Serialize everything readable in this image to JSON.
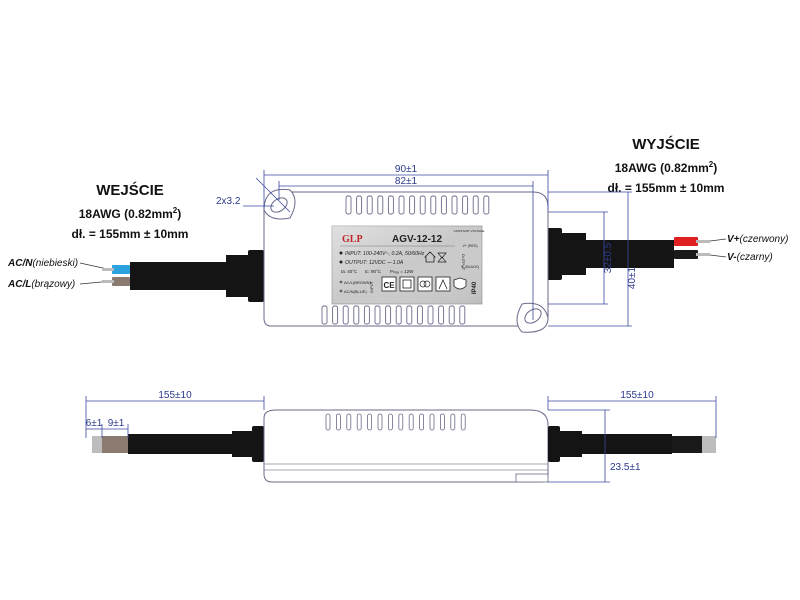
{
  "input_section": {
    "title": "WEJŚCIE",
    "awg_prefix": "18AWG (0.82mm",
    "awg_sup": "2",
    "awg_suffix": ")",
    "length": "dł. = 155mm ± 10mm"
  },
  "output_section": {
    "title": "WYJŚCIE",
    "awg_prefix": "18AWG (0.82mm",
    "awg_sup": "2",
    "awg_suffix": ")",
    "length": "dł. = 155mm ± 10mm"
  },
  "wires": {
    "ac_n_bold": "AC/N",
    "ac_n_rest": "(niebieski)",
    "ac_l_bold": "AC/L",
    "ac_l_rest": "(brązowy)",
    "v_plus_bold": "V+",
    "v_plus_rest": "(czerwony)",
    "v_minus_bold": "V-",
    "v_minus_rest": "(czarny)"
  },
  "dimensions": {
    "overall_length": "90±1",
    "hole_spacing": "82±1",
    "hole": "2x3.2",
    "height_inner": "32±0.5",
    "height_outer": "40±1",
    "cable_left": "155±10",
    "cable_right": "155±10",
    "strip_1": "6±1",
    "strip_2": "9±1",
    "thickness": "23.5±1"
  },
  "label": {
    "brand": "GLP",
    "model": "AGV-12-12",
    "input_spec": "INPUT: 100-240V~, 0.2A, 50/60Hz",
    "output_spec": "OUTPUT: 12VDC ⎓ 1.0A",
    "ta": "ta: 40°C",
    "tc": "tc: 90°C",
    "pout": "Pₘₐₓ = 12W",
    "acl": "AC/L(BROWN)",
    "acn": "AC/N(BLUE)",
    "ce": "CE",
    "ip": "IP40",
    "side_in": "INPUT",
    "side_out": "OUTPUT",
    "vplus_red": "V+ (RED)",
    "vminus_black": "V- (BLACK)",
    "cv": "CONSTANT VOLTAGE"
  },
  "colors": {
    "blue_wire": "#2aa3e0",
    "brown_wire": "#8a7a70",
    "red_wire": "#e02020",
    "cable": "#141414",
    "dimension": "#2b3a8c",
    "label_bg": "#c9c9c9",
    "brand_red": "#c0262c"
  }
}
